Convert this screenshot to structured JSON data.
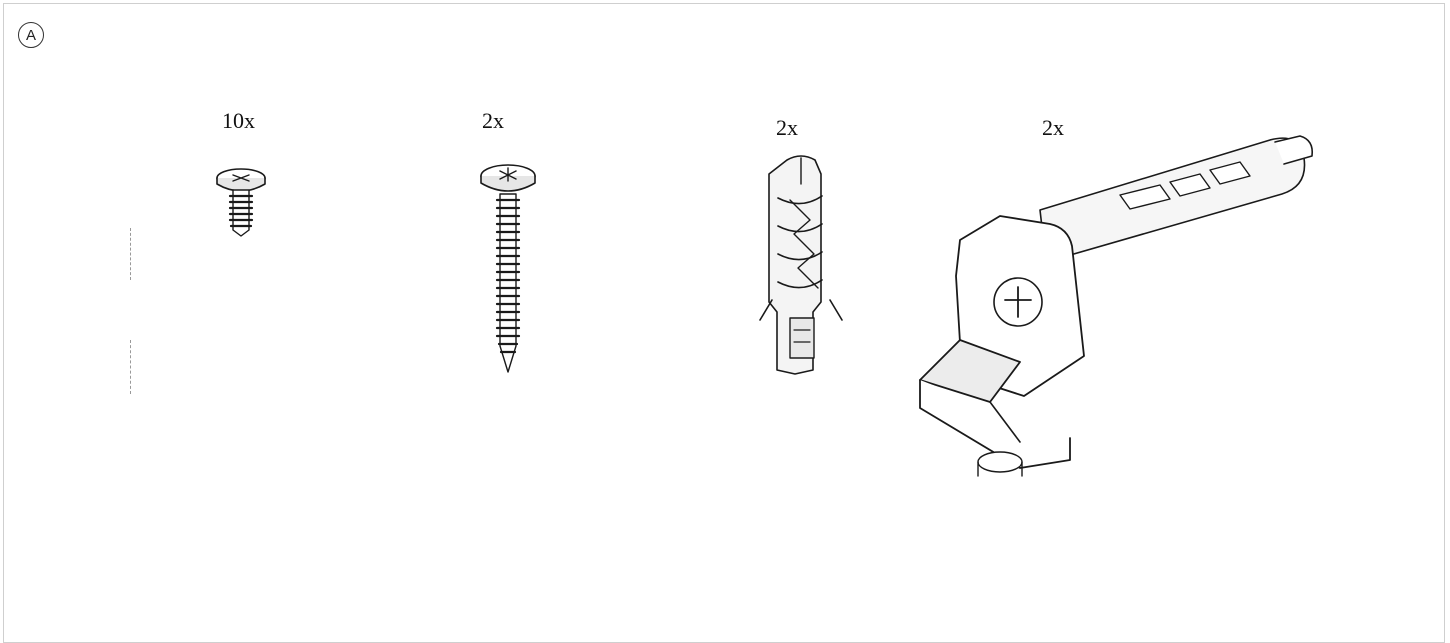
{
  "step": {
    "label": "A"
  },
  "parts": [
    {
      "quantity": "10x",
      "icon": "short-screw-icon"
    },
    {
      "quantity": "2x",
      "icon": "long-screw-icon"
    },
    {
      "quantity": "2x",
      "icon": "wall-plug-icon"
    },
    {
      "quantity": "2x",
      "icon": "wall-bracket-icon"
    }
  ]
}
